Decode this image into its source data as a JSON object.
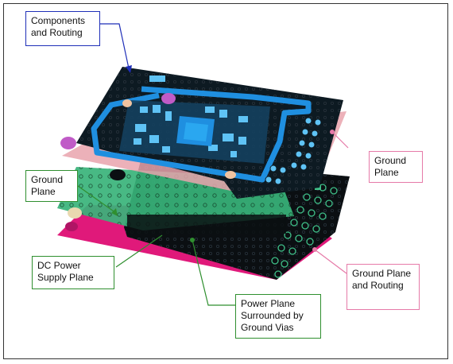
{
  "callouts": {
    "components_routing": "Components and Routing",
    "ground_plane_left": "Ground Plane",
    "ground_plane_right": "Ground Plane",
    "dc_power_supply_plane": "DC Power Supply Plane",
    "power_plane_surrounded": "Power Plane Surrounded by Ground Vias",
    "ground_plane_and_routing": "Ground Plane and Routing"
  },
  "colors": {
    "top_layer": "#0d1a22",
    "trace": "#1f8fe0",
    "trace_light": "#5fc3f5",
    "ground_plane_pink": "#e9a3ad",
    "green_plane": "#38b37a",
    "magenta_plane": "#e0197a",
    "bottom_layer": "#0b0f12",
    "callout_blue": "#1f2fb8",
    "callout_green": "#2f8f2f",
    "callout_pink": "#e67aa8"
  }
}
